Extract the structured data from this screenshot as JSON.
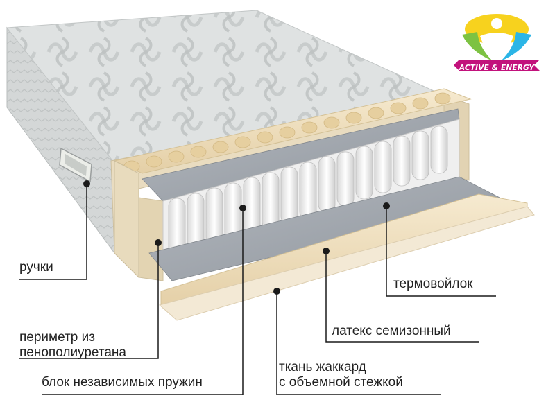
{
  "logo": {
    "text": "ACTIVE & ENERGY",
    "colors": {
      "sun": "#f7d21e",
      "green": "#7dc242",
      "blue": "#2bb5e6",
      "magenta": "#c2127c"
    }
  },
  "labels": {
    "handles": "ручки",
    "perimeter_line1": "периметр из",
    "perimeter_line2": "пенополиуретана",
    "spring_block": "блок независимых пружин",
    "fabric_line1": "ткань жаккард",
    "fabric_line2": "с объемной стежкой",
    "latex": "латекс семизонный",
    "felt": "термовойлок"
  },
  "colors": {
    "quilt": "#d9dcdc",
    "latex": "#efe0c2",
    "foam": "#e8dcc0",
    "felt": "#9ea3ab",
    "spring": "#f4f4f4",
    "leader": "#1a1a1a"
  }
}
